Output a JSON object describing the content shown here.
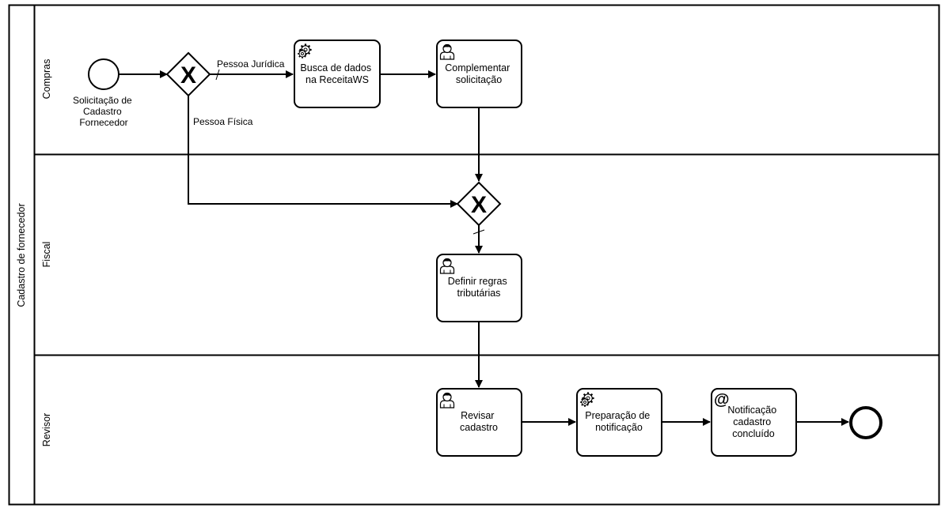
{
  "pool": {
    "label": "Cadastro de fornecedor"
  },
  "lanes": [
    {
      "id": "compras",
      "label": "Compras"
    },
    {
      "id": "fiscal",
      "label": "Fiscal"
    },
    {
      "id": "revisor",
      "label": "Revisor"
    }
  ],
  "start_event": {
    "label_lines": [
      "Solicitação de",
      "Cadastro",
      "Fornecedor"
    ]
  },
  "gateways": {
    "split": {
      "symbol": "X",
      "type": "exclusive"
    },
    "merge": {
      "symbol": "X",
      "type": "exclusive"
    }
  },
  "flows": {
    "juridica": {
      "label": "Pessoa Jurídica"
    },
    "fisica": {
      "label": "Pessoa Física"
    }
  },
  "tasks": {
    "busca": {
      "type": "service",
      "icon": "gear-icon",
      "label_lines": [
        "Busca de dados",
        "na ReceitaWS"
      ]
    },
    "complementar": {
      "type": "user",
      "icon": "user-icon",
      "label_lines": [
        "Complementar",
        "solicitação"
      ]
    },
    "definir": {
      "type": "user",
      "icon": "user-icon",
      "label_lines": [
        "Definir regras",
        "tributárias"
      ]
    },
    "revisar": {
      "type": "user",
      "icon": "user-icon",
      "label_lines": [
        "Revisar",
        "cadastro"
      ]
    },
    "preparacao": {
      "type": "service",
      "icon": "gear-icon",
      "label_lines": [
        "Preparação de",
        "notificação"
      ]
    },
    "notificacao": {
      "type": "send",
      "icon": "at-icon",
      "icon_symbol": "@",
      "label_lines": [
        "Notificação",
        "cadastro",
        "concluído"
      ]
    }
  },
  "end_event": {
    "label": ""
  }
}
